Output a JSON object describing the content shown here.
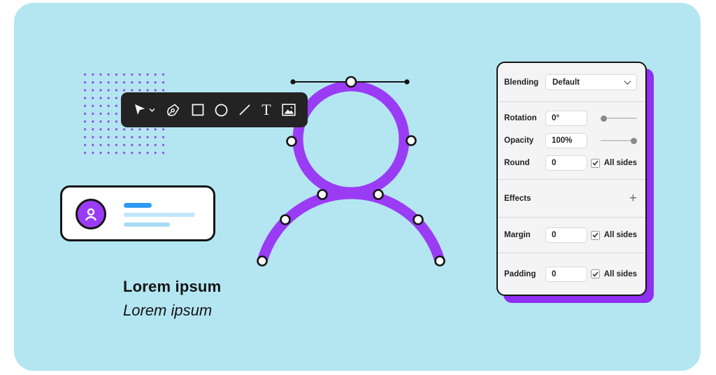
{
  "colors": {
    "background": "#b4e6f2",
    "accent": "#9b3cf5",
    "shadow": "#8f2fef",
    "dot": "#8d4cf0",
    "toolbar_bg": "#232323",
    "ink": "#151515",
    "skeleton_primary": "#2e9bf2",
    "skeleton_light": "#c3e6fa",
    "skeleton_mid": "#a6dbf6"
  },
  "toolbar": {
    "tools": [
      {
        "name": "select",
        "icon": "cursor-icon"
      },
      {
        "name": "pen",
        "icon": "pen-icon"
      },
      {
        "name": "rectangle",
        "icon": "rectangle-icon"
      },
      {
        "name": "ellipse",
        "icon": "ellipse-icon"
      },
      {
        "name": "line",
        "icon": "line-icon"
      },
      {
        "name": "text",
        "icon": "text-icon",
        "glyph": "T"
      },
      {
        "name": "image",
        "icon": "image-icon"
      }
    ]
  },
  "caption": {
    "title": "Lorem ipsum",
    "subtitle": "Lorem ipsum"
  },
  "panel": {
    "blending": {
      "label": "Blending",
      "value": "Default"
    },
    "rotation": {
      "label": "Rotation",
      "value": "0°",
      "slider_percent": 0
    },
    "opacity": {
      "label": "Opacity",
      "value": "100%",
      "slider_percent": 100
    },
    "round": {
      "label": "Round",
      "value": "0",
      "checkbox_label": "All sides",
      "checked": true
    },
    "effects": {
      "label": "Effects",
      "add_icon": "+"
    },
    "margin": {
      "label": "Margin",
      "value": "0",
      "checkbox_label": "All sides",
      "checked": true
    },
    "padding": {
      "label": "Padding",
      "value": "0",
      "checkbox_label": "All sides",
      "checked": true
    }
  }
}
